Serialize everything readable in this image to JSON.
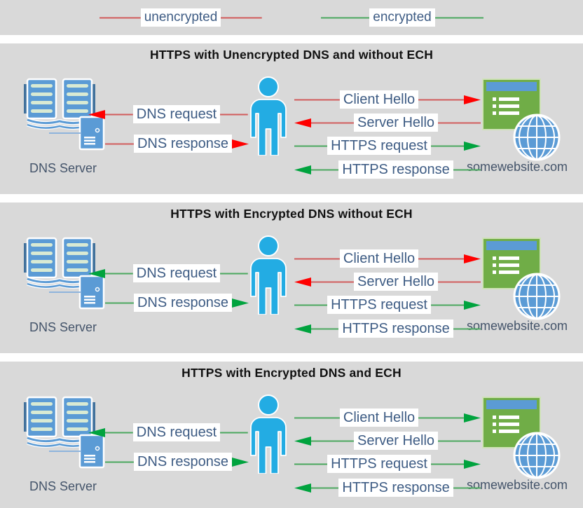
{
  "palette": {
    "page-bg": "#ffffff",
    "section-bg": "#d9d9d9",
    "label-bg": "#ffffff",
    "label-text": "#3e5c84",
    "caption-text": "#44546a",
    "title-text": "#111111",
    "red-line": "#d15b5b",
    "red-head": "#ff0000",
    "green-line": "#4aa85e",
    "green-head": "#00a33e",
    "icon-blue": "#5b9bd5",
    "person-blue": "#23ace3",
    "site-green": "#70ad47"
  },
  "legend": {
    "unencrypted_label": "unencrypted",
    "encrypted_label": "encrypted",
    "unencrypted_color": "#d15b5b",
    "encrypted_color": "#4aa85e"
  },
  "labels": {
    "dns_request": "DNS request",
    "dns_response": "DNS response",
    "client_hello": "Client Hello",
    "server_hello": "Server Hello",
    "https_request": "HTTPS request",
    "https_response": "HTTPS response",
    "dns_server": "DNS Server",
    "website": "somewebsite.com"
  },
  "sections": [
    {
      "title": "HTTPS with Unencrypted DNS and without ECH",
      "arrows": {
        "dns_request": {
          "line": "#d15b5b",
          "head": "#ff0000"
        },
        "dns_response": {
          "line": "#d15b5b",
          "head": "#ff0000"
        },
        "client_hello": {
          "line": "#d15b5b",
          "head": "#ff0000"
        },
        "server_hello": {
          "line": "#d15b5b",
          "head": "#ff0000"
        },
        "https_request": {
          "line": "#4aa85e",
          "head": "#00a33e"
        },
        "https_response": {
          "line": "#4aa85e",
          "head": "#00a33e"
        }
      }
    },
    {
      "title": "HTTPS with Encrypted DNS without ECH",
      "arrows": {
        "dns_request": {
          "line": "#4aa85e",
          "head": "#00a33e"
        },
        "dns_response": {
          "line": "#4aa85e",
          "head": "#00a33e"
        },
        "client_hello": {
          "line": "#d15b5b",
          "head": "#ff0000"
        },
        "server_hello": {
          "line": "#d15b5b",
          "head": "#ff0000"
        },
        "https_request": {
          "line": "#4aa85e",
          "head": "#00a33e"
        },
        "https_response": {
          "line": "#4aa85e",
          "head": "#00a33e"
        }
      }
    },
    {
      "title": "HTTPS with Encrypted DNS and ECH",
      "arrows": {
        "dns_request": {
          "line": "#4aa85e",
          "head": "#00a33e"
        },
        "dns_response": {
          "line": "#4aa85e",
          "head": "#00a33e"
        },
        "client_hello": {
          "line": "#4aa85e",
          "head": "#00a33e"
        },
        "server_hello": {
          "line": "#4aa85e",
          "head": "#00a33e"
        },
        "https_request": {
          "line": "#4aa85e",
          "head": "#00a33e"
        },
        "https_response": {
          "line": "#4aa85e",
          "head": "#00a33e"
        }
      }
    }
  ]
}
